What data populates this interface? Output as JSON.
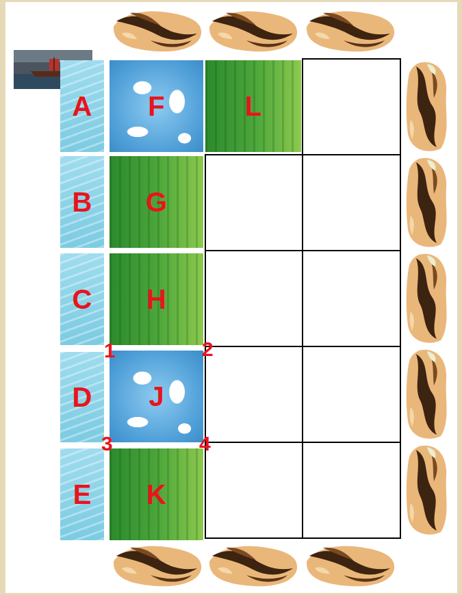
{
  "diagram": {
    "nodes": [
      {
        "text": [
          "A"
        ]
      },
      {
        "text": [
          "F"
        ]
      },
      {
        "text": [
          "L"
        ]
      },
      {
        "text": [
          "B"
        ]
      },
      {
        "text": [
          "G"
        ]
      },
      {
        "text": [
          "C"
        ]
      },
      {
        "text": [
          "H"
        ]
      },
      {
        "text": [
          "D"
        ]
      },
      {
        "text": [
          "J"
        ]
      },
      {
        "text": [
          "E"
        ]
      },
      {
        "text": [
          "K"
        ]
      }
    ],
    "labels": [
      "1",
      "2",
      "3",
      "4"
    ]
  }
}
